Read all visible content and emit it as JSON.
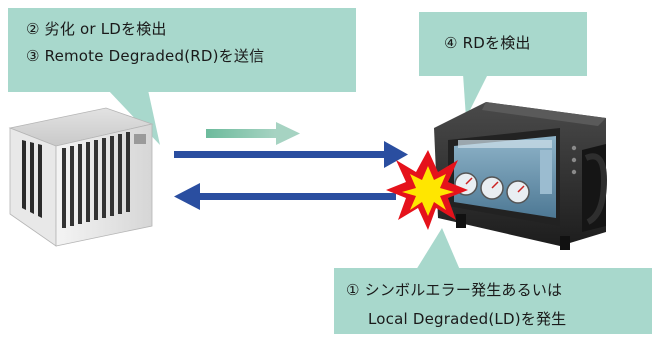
{
  "colors": {
    "callout_fill": "#a8d8cc",
    "link_arrow": "#2a4ea0",
    "indicator_arrow": "#5cb391",
    "burst_outer": "#e5121b",
    "burst_inner": "#ffe600"
  },
  "callouts": {
    "top_left": {
      "line1": "② 劣化 or LDを検出",
      "line2": "③ Remote Degraded(RD)を送信"
    },
    "top_right": {
      "line1": "④ RDを検出"
    },
    "bottom": {
      "line1": "① シンボルエラー発生あるいは",
      "line2": "Local Degraded(LD)を発生"
    }
  },
  "icons": {
    "left_device": "server-rack-icon",
    "right_device": "network-tester-icon",
    "error_burst": "error-burst-icon"
  }
}
